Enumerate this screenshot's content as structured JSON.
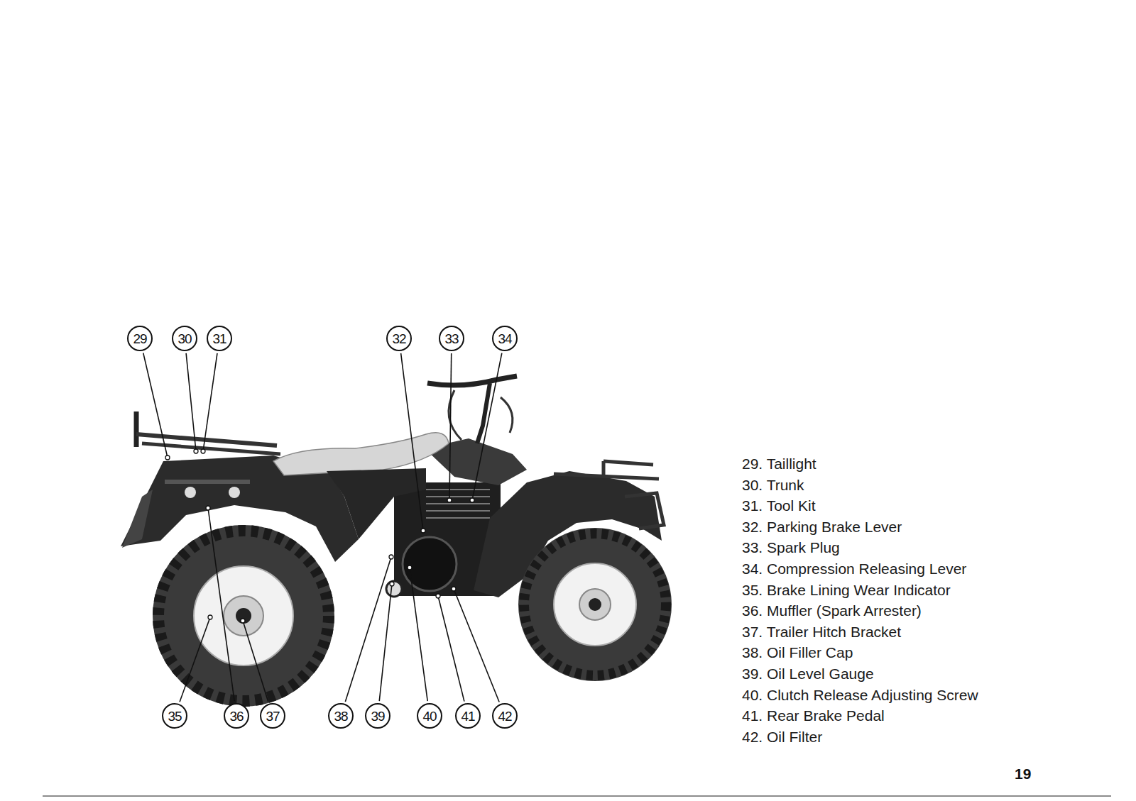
{
  "diagram": {
    "nodes": [
      {
        "text": [
          "29"
        ]
      },
      {
        "text": [
          "30"
        ]
      },
      {
        "text": [
          "31"
        ]
      },
      {
        "text": [
          "32"
        ]
      },
      {
        "text": [
          "33"
        ]
      },
      {
        "text": [
          "34"
        ]
      },
      {
        "text": [
          "35"
        ]
      },
      {
        "text": [
          "36"
        ]
      },
      {
        "text": [
          "37"
        ]
      },
      {
        "text": [
          "38"
        ]
      },
      {
        "text": [
          "39"
        ]
      },
      {
        "text": [
          "40"
        ]
      },
      {
        "text": [
          "41"
        ]
      },
      {
        "text": [
          "42"
        ]
      }
    ],
    "labels": [
      "29. Taillight",
      "30. Trunk",
      "31. Tool Kit",
      "32. Parking Brake Lever",
      "33. Spark Plug",
      "34. Compression Releasing Lever",
      "35. Brake Lining Wear Indicator",
      "36. Muffler (Spark Arrester)",
      "37. Trailer Hitch Bracket",
      "38. Oil Filler Cap",
      "39. Oil Level Gauge",
      "40. Clutch Release Adjusting Screw",
      "41. Rear Brake Pedal",
      "42. Oil Filter",
      "19"
    ]
  }
}
